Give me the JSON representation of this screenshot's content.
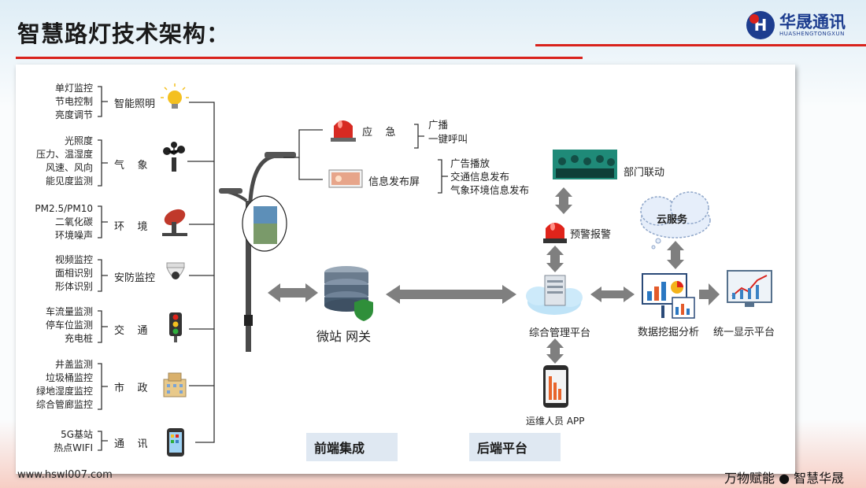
{
  "header": {
    "title": "智慧路灯技术架构：",
    "logo_cn": "华晟通讯",
    "logo_en": "HUASHENGTONGXUN",
    "logo_mark": "H"
  },
  "left_groups": [
    {
      "items": [
        "单灯监控",
        "节电控制",
        "亮度调节"
      ],
      "label": "智能照明",
      "icon": "bulb-icon"
    },
    {
      "items": [
        "光照度",
        "压力、温湿度",
        "风速、风向",
        "能见度监测"
      ],
      "label": "气    象",
      "icon": "anemometer-icon"
    },
    {
      "items": [
        "PM2.5/PM10",
        "二氧化碳",
        "环境噪声"
      ],
      "label": "环    境",
      "icon": "radar-dish-icon"
    },
    {
      "items": [
        "视频监控",
        "面相识别",
        "形体识别"
      ],
      "label": "安防监控",
      "icon": "dome-camera-icon"
    },
    {
      "items": [
        "车流量监测",
        "停车位监测",
        "充电桩"
      ],
      "label": "交    通",
      "icon": "traffic-light-icon"
    },
    {
      "items": [
        "井盖监测",
        "垃圾桶监控",
        "绿地湿度监控",
        "综合管廊监控"
      ],
      "label": "市    政",
      "icon": "building-icon"
    },
    {
      "items": [
        "5G基站",
        "热点WIFI"
      ],
      "label": "通    讯",
      "icon": "phone-icon"
    }
  ],
  "top_branch": {
    "emergency_label": "应    急",
    "emergency_items": [
      "广播",
      "一键呼叫"
    ],
    "publish_label": "信息发布屏",
    "publish_items": [
      "广告播放",
      "交通信息发布",
      "气象环境信息发布"
    ]
  },
  "center": {
    "gateway_label": "微站 网关",
    "platform_label": "综合管理平台",
    "alarm_label": "预警报警",
    "dept_label": "部门联动",
    "cloud_label": "云服务",
    "mining_label": "数据挖掘分析",
    "display_label": "统一显示平台",
    "app_label": "运维人员 APP"
  },
  "sections": {
    "front": "前端集成",
    "back": "后端平台"
  },
  "footer": {
    "website": "www.hswl007.com",
    "slogan": "万物赋能 ● 智慧华晟"
  },
  "colors": {
    "accent_red": "#d9221c",
    "brand_blue": "#1d3d8f",
    "arrow_gray": "#7f7f7f",
    "section_bg": "#dfe8f2"
  }
}
